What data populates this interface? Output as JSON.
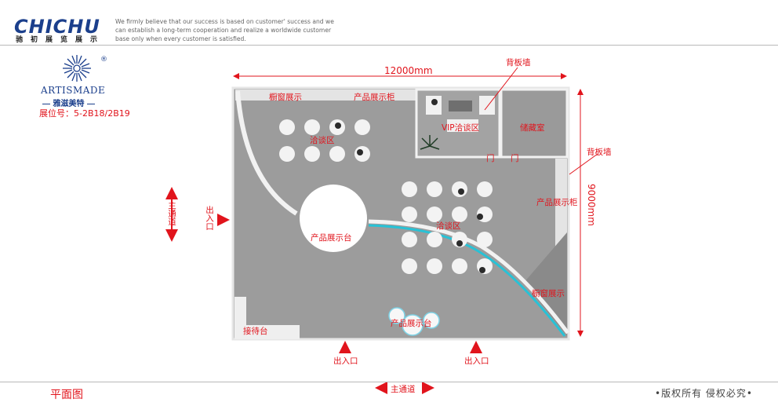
{
  "header": {
    "logo_text": "CHICHU",
    "logo_sub": "驰初展览展示",
    "slogan": "We firmly believe that our success is based on customer' success and we can establish a long-term cooperation and realize a worldwide customer base only when every customer is satisfied."
  },
  "brand": {
    "name": "ARTISMADE",
    "name_cn": "雅滋美特",
    "registered_mark": "®",
    "booth_no": "展位号：5-2B18/2B19"
  },
  "dimensions": {
    "width": "12000mm",
    "depth": "9000mm"
  },
  "zones": {
    "window_display_top": "橱窗展示",
    "product_cabinet_top": "产品展示柜",
    "vip_area": "VIP洽谈区",
    "storage": "储藏室",
    "door_1": "门",
    "door_2": "门",
    "negotiation_1": "洽谈区",
    "negotiation_2": "洽谈区",
    "product_stage_center": "产品展示台",
    "product_cabinet_right": "产品展示柜",
    "window_display_bottom": "橱窗展示",
    "reception": "接待台",
    "product_stage_bottom": "产品展示台"
  },
  "annotations": {
    "back_wall_top": "背板墙",
    "back_wall_right": "背板墙",
    "main_aisle_left": "主通道",
    "entrance_left": "出入口",
    "entrance_bottom_1": "出入口",
    "entrance_bottom_2": "出入口",
    "main_aisle_bottom": "主通道"
  },
  "footer": {
    "plan_title": "平面图",
    "copyright": "•版权所有  侵权必究•"
  },
  "colors": {
    "brand_blue": "#1b3f8c",
    "annotation_red": "#e1141c",
    "floor_gray": "#9c9c9c",
    "accent_cyan": "#27c2d6"
  }
}
